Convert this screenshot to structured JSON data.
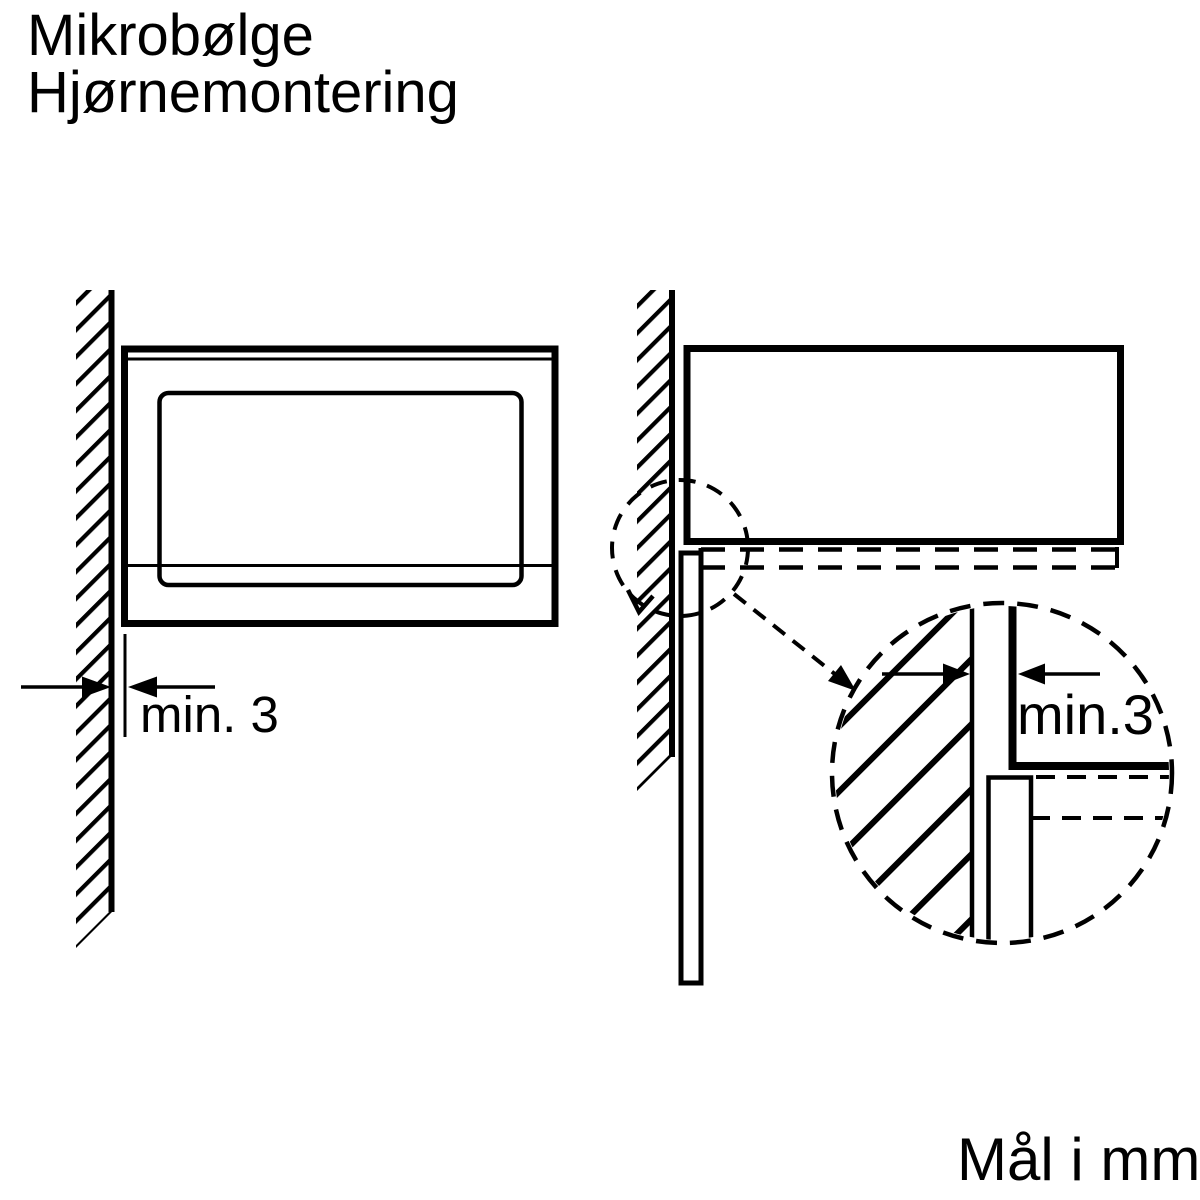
{
  "title": {
    "line1": "Mikrobølge",
    "line2": "Hjørnemontering"
  },
  "front_view": {
    "clearance_label": "min. 3"
  },
  "detail_view": {
    "clearance_label": "min.3"
  },
  "footer": {
    "units_note": "Mål i mm"
  },
  "colors": {
    "line": "#000000",
    "background": "#ffffff"
  }
}
